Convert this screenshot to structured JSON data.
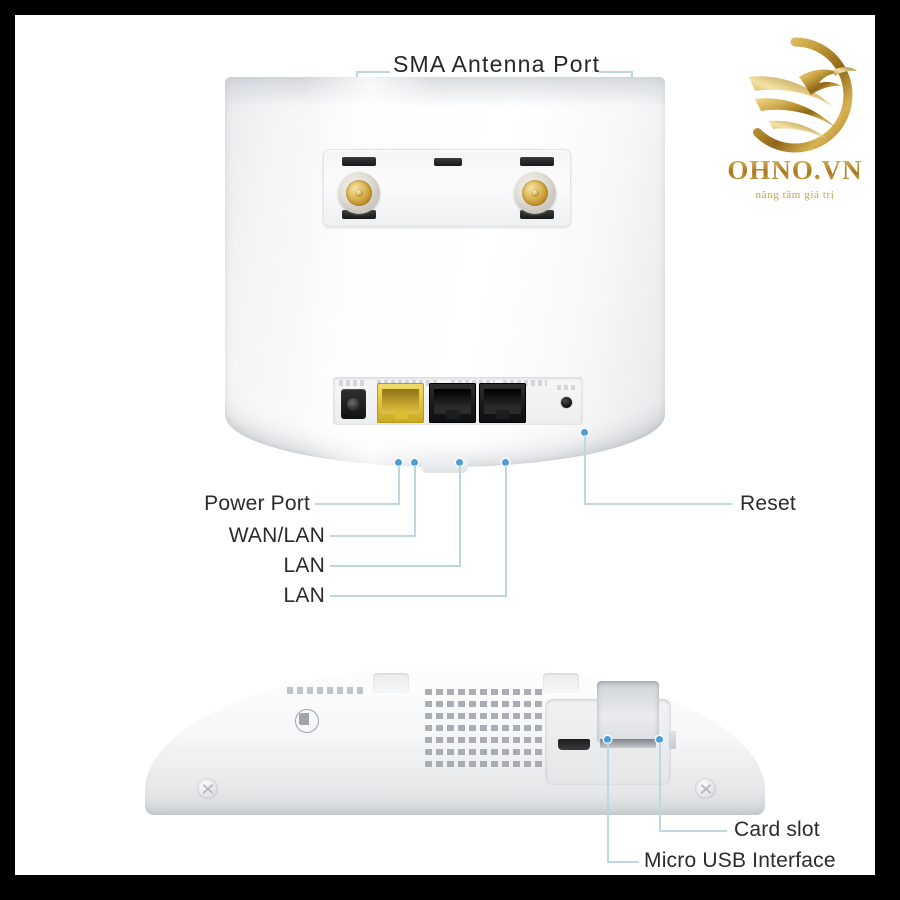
{
  "page": {
    "title": "Router rear and bottom port diagram",
    "background_color": "#ffffff",
    "border_color": "#000000"
  },
  "brand": {
    "name": "OHNO.VN",
    "tagline": "nâng tầm giá trị",
    "mark": "phoenix-bird-in-circle",
    "gold_color": "#c79c37"
  },
  "callout_style": {
    "line_color": "#bcd6e2",
    "dot_color": "#4e9ed6",
    "text_color": "#2b2b2b"
  },
  "rear_view": {
    "heading": "SMA Antenna Port",
    "labels": {
      "power_port": "Power Port",
      "wan_lan": "WAN/LAN",
      "lan_1": "LAN",
      "lan_2": "LAN",
      "reset": "Reset"
    },
    "ports": [
      {
        "id": "sma-left",
        "name": "SMA Antenna Port",
        "color": "#c79c37"
      },
      {
        "id": "sma-right",
        "name": "SMA Antenna Port",
        "color": "#c79c37"
      },
      {
        "id": "power",
        "name": "Power Port",
        "color": "#111214"
      },
      {
        "id": "wan-lan",
        "name": "WAN/LAN",
        "color": "#e3c63c"
      },
      {
        "id": "lan-1",
        "name": "LAN",
        "color": "#18191b"
      },
      {
        "id": "lan-2",
        "name": "LAN",
        "color": "#18191b"
      },
      {
        "id": "reset",
        "name": "Reset",
        "color": "#141516"
      }
    ]
  },
  "bottom_view": {
    "labels": {
      "card_slot": "Card slot",
      "micro_usb": "Micro USB Interface"
    },
    "ports": [
      {
        "id": "micro-usb",
        "name": "Micro USB Interface"
      },
      {
        "id": "card-slot",
        "name": "Card slot"
      }
    ]
  }
}
